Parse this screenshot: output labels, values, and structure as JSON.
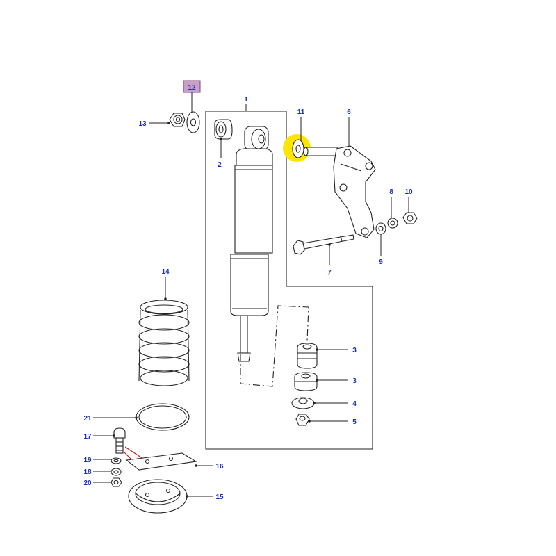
{
  "callouts": {
    "c1": "1",
    "c2": "2",
    "c3a": "3",
    "c3b": "3",
    "c4": "4",
    "c5": "5",
    "c6": "6",
    "c7": "7",
    "c8": "8",
    "c9": "9",
    "c10": "10",
    "c11": "11",
    "c12": "12",
    "c13": "13",
    "c14": "14",
    "c15": "15",
    "c16": "16",
    "c17": "17",
    "c18": "18",
    "c19": "19",
    "c20": "20",
    "c21": "21"
  },
  "colors": {
    "callout_text": "#1a2fb8",
    "highlight_ring": "#ffe600",
    "selected_callout_bg": "#c9a0c8",
    "leader_red": "#d01818",
    "line": "#222222"
  },
  "highlighted_part": "11",
  "selected_callout": "12"
}
